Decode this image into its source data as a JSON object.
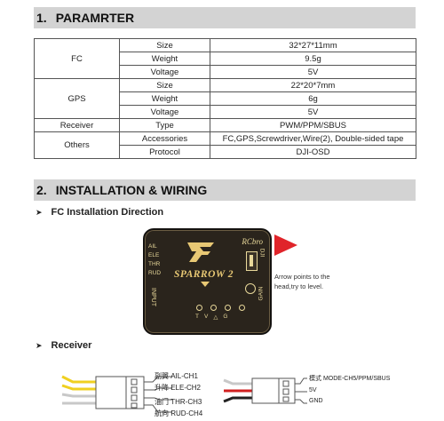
{
  "section1": {
    "number": "1.",
    "title": "PARAMRTER"
  },
  "params": {
    "rows": [
      {
        "group": "FC",
        "field": "Size",
        "value": "32*27*11mm"
      },
      {
        "group": "FC",
        "field": "Weight",
        "value": "9.5g"
      },
      {
        "group": "FC",
        "field": "Voltage",
        "value": "5V"
      },
      {
        "group": "GPS",
        "field": "Size",
        "value": "22*20*7mm"
      },
      {
        "group": "GPS",
        "field": "Weight",
        "value": "6g"
      },
      {
        "group": "GPS",
        "field": "Voltage",
        "value": "5V"
      },
      {
        "group": "Receiver",
        "field": "Type",
        "value": "PWM/PPM/SBUS"
      },
      {
        "group": "Others",
        "field": "Accessories",
        "value": "FC,GPS,Screwdriver,Wire(2), Double-sided tape"
      },
      {
        "group": "Others",
        "field": "Protocol",
        "value": "DJI-OSD"
      }
    ]
  },
  "section2": {
    "number": "2.",
    "title": "INSTALLATION & WIRING"
  },
  "fc_direction": {
    "title": "FC Installation Direction",
    "note": "Arrow points to the head,try to level."
  },
  "board": {
    "pins": [
      "AIL",
      "ELE",
      "THR",
      "RUD"
    ],
    "brand": "RCbro",
    "model": "SPARROW 2",
    "dji": "DJI",
    "gain": "GAIN",
    "input": "INPUT",
    "pads": [
      "T",
      "V",
      "△",
      "G"
    ]
  },
  "receiver": {
    "title": "Receiver",
    "left_channels": [
      "副翼 AIL-CH1",
      "升降 ELE-CH2",
      "油门 THR-CH3",
      "航向 RUD-CH4"
    ],
    "right_channels": [
      "模式 MODE-CH5/PPM/SBUS",
      "5V",
      "GND"
    ]
  },
  "colors": {
    "header_bg": "#d3d3d3",
    "arrow_red": "#e0242a",
    "wire_yellow": "#f0d020",
    "wire_red": "#d02020"
  }
}
